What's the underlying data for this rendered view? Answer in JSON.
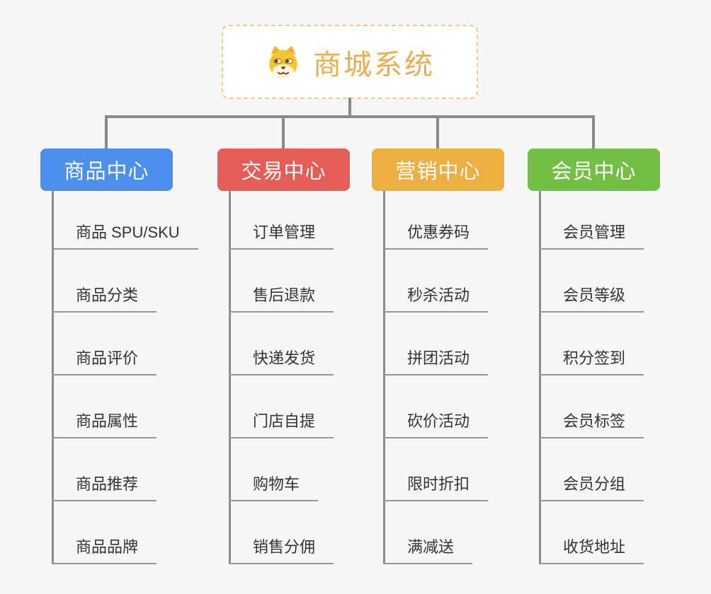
{
  "root": {
    "label": "商城系统",
    "icon": "dog-face-icon",
    "text_color": "#efac4b",
    "border_color": "#f5c97e"
  },
  "connector_color": "#8a8a8a",
  "branches": [
    {
      "label": "商品中心",
      "color": "#4b90ee",
      "items": [
        "商品 SPU/SKU",
        "商品分类",
        "商品评价",
        "商品属性",
        "商品推荐",
        "商品品牌"
      ]
    },
    {
      "label": "交易中心",
      "color": "#e65c56",
      "items": [
        "订单管理",
        "售后退款",
        "快递发货",
        "门店自提",
        "购物车",
        "销售分佣"
      ]
    },
    {
      "label": "营销中心",
      "color": "#edae42",
      "items": [
        "优惠券码",
        "秒杀活动",
        "拼团活动",
        "砍价活动",
        "限时折扣",
        "满减送"
      ]
    },
    {
      "label": "会员中心",
      "color": "#72bf44",
      "items": [
        "会员管理",
        "会员等级",
        "积分签到",
        "会员标签",
        "会员分组",
        "收货地址"
      ]
    }
  ]
}
